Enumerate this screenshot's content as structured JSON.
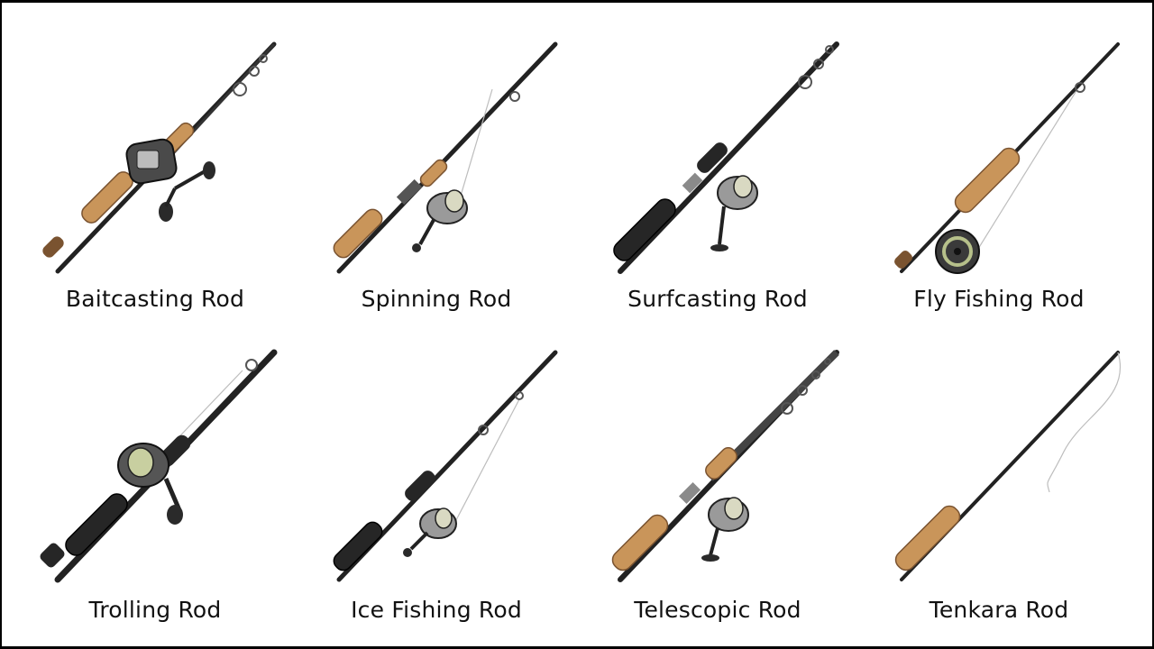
{
  "rods": [
    {
      "label": "Baitcasting Rod",
      "icon": "baitcasting-rod-icon"
    },
    {
      "label": "Spinning Rod",
      "icon": "spinning-rod-icon"
    },
    {
      "label": "Surfcasting Rod",
      "icon": "surfcasting-rod-icon"
    },
    {
      "label": "Fly Fishing Rod",
      "icon": "fly-fishing-rod-icon"
    },
    {
      "label": "Trolling Rod",
      "icon": "trolling-rod-icon"
    },
    {
      "label": "Ice Fishing Rod",
      "icon": "ice-fishing-rod-icon"
    },
    {
      "label": "Telescopic Rod",
      "icon": "telescopic-rod-icon"
    },
    {
      "label": "Tenkara Rod",
      "icon": "tenkara-rod-icon"
    }
  ],
  "colors": {
    "cork": "#c9955a",
    "rod": "#2b2b2b",
    "grip_foam": "#262626",
    "metal": "#9a9a9a",
    "line": "#bdbdbd"
  }
}
